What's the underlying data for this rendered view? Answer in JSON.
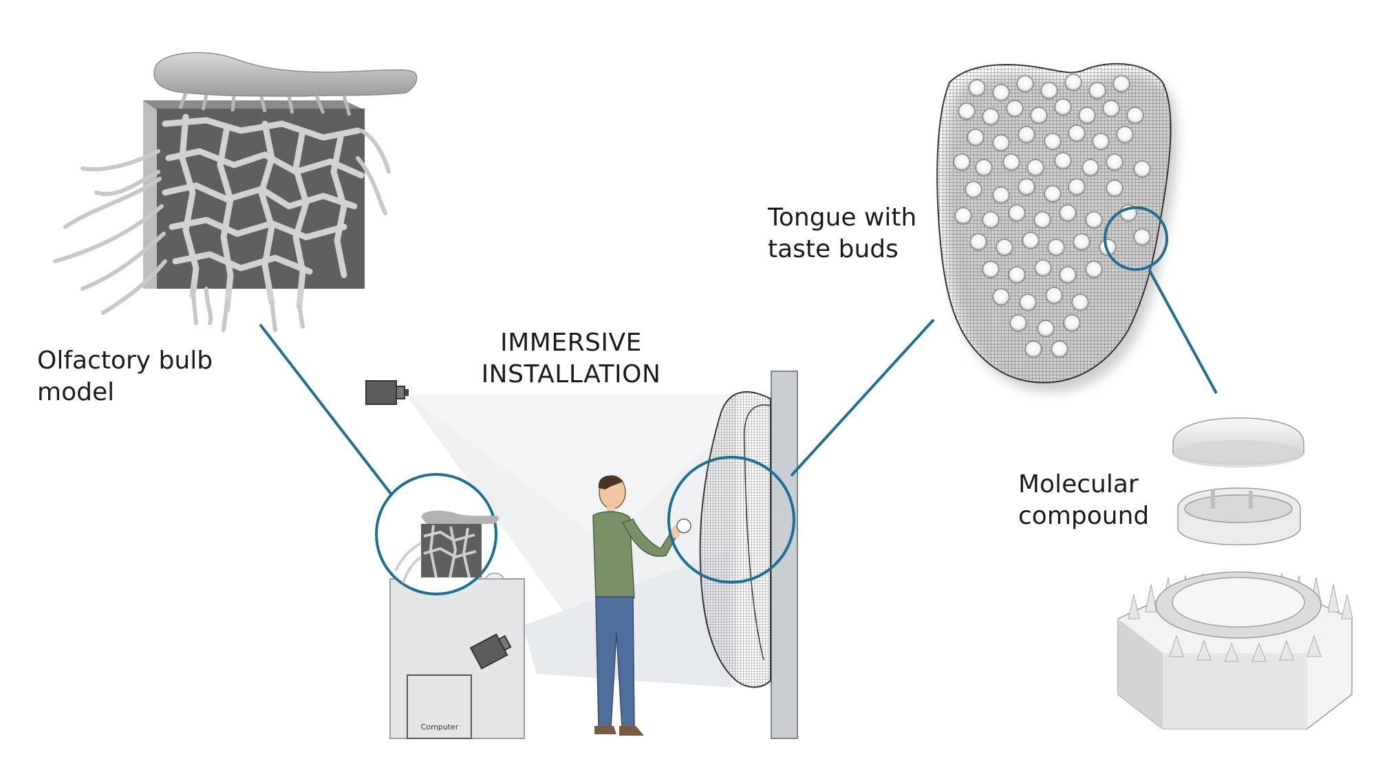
{
  "labels": {
    "olfactory": {
      "line1": "Olfactory bulb",
      "line2": "model"
    },
    "installation": {
      "line1": "IMMERSIVE",
      "line2": "INSTALLATION"
    },
    "tongue": {
      "line1": "Tongue with",
      "line2": "taste buds"
    },
    "molecular": {
      "line1": "Molecular",
      "line2": "compound"
    },
    "computer": "Computer"
  },
  "colors": {
    "accent": "#1f6e91",
    "wall": "#c9ced3",
    "cabinet": "#e3e5e7",
    "block": "#5f5f5f",
    "shirt": "#7a9168",
    "jeans": "#4e6f9b"
  }
}
